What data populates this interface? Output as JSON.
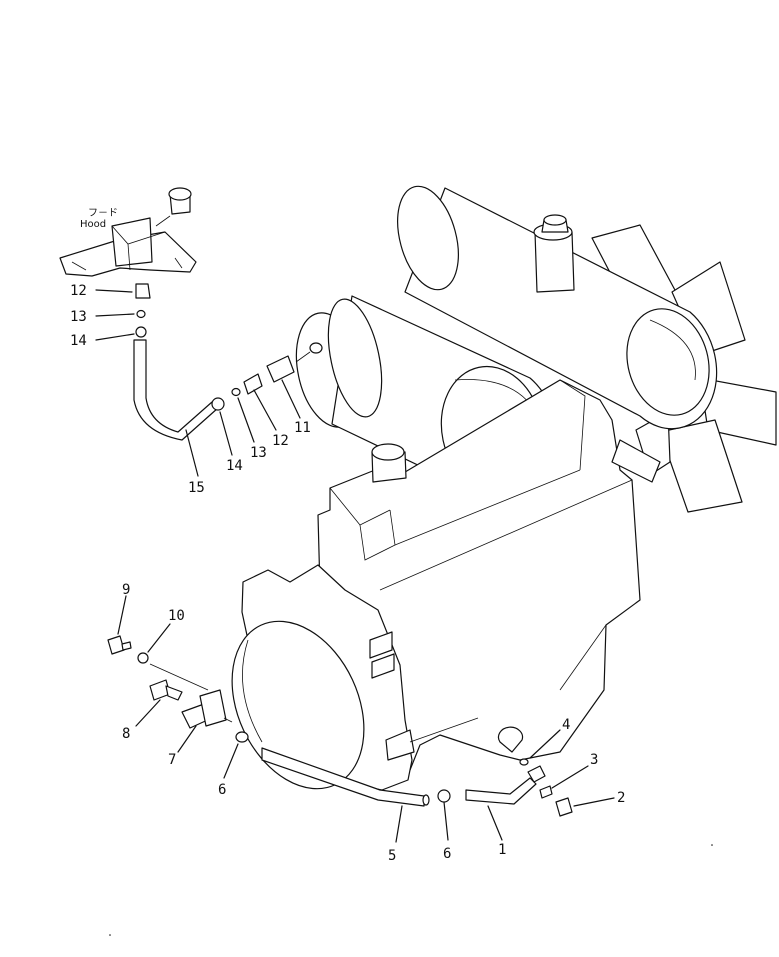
{
  "hood_label": {
    "line1": "フ－ド",
    "line2": "Hood"
  },
  "callouts": [
    {
      "id": "c12a",
      "text": "12"
    },
    {
      "id": "c13a",
      "text": "13"
    },
    {
      "id": "c14a",
      "text": "14"
    },
    {
      "id": "c15",
      "text": "15"
    },
    {
      "id": "c14b",
      "text": "14"
    },
    {
      "id": "c13b",
      "text": "13"
    },
    {
      "id": "c12b",
      "text": "12"
    },
    {
      "id": "c11",
      "text": "11"
    },
    {
      "id": "c9",
      "text": "9"
    },
    {
      "id": "c10",
      "text": "10"
    },
    {
      "id": "c8",
      "text": "8"
    },
    {
      "id": "c7",
      "text": "7"
    },
    {
      "id": "c6a",
      "text": "6"
    },
    {
      "id": "c5",
      "text": "5"
    },
    {
      "id": "c6b",
      "text": "6"
    },
    {
      "id": "c1",
      "text": "1"
    },
    {
      "id": "c4",
      "text": "4"
    },
    {
      "id": "c3",
      "text": "3"
    },
    {
      "id": "c2",
      "text": "2"
    }
  ]
}
